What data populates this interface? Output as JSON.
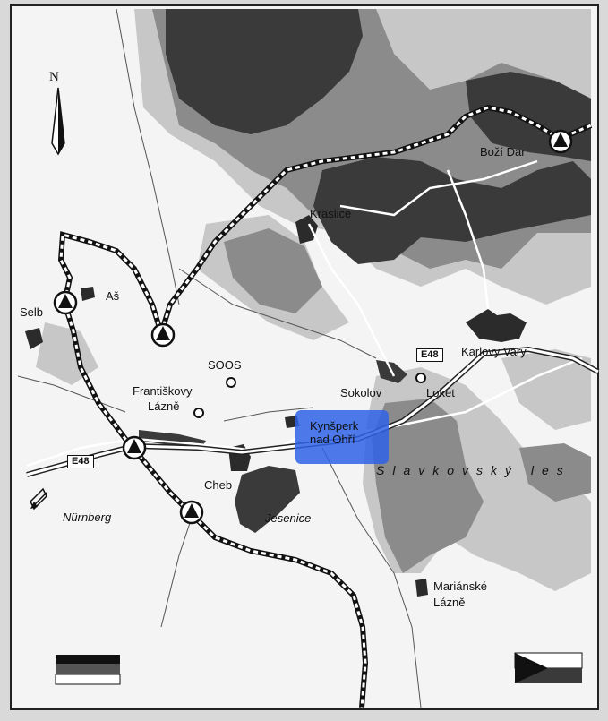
{
  "map": {
    "north_label": "N",
    "places": {
      "bozi_dar": "Boží Dar",
      "kraslice": "Kraslice",
      "as": "Aš",
      "selb": "Selb",
      "soos": "SOOS",
      "frantiskovy_lazne_1": "Františkovy",
      "frantiskovy_lazne_2": "Lázně",
      "sokolov": "Sokolov",
      "loket": "Loket",
      "karlovy_vary": "Karlovy Vary",
      "kynsperk_1": "Kynšperk",
      "kynsperk_2": "nad Ohří",
      "cheb": "Cheb",
      "nurnberg": "Nürnberg",
      "jesenice": "Jesenice",
      "marianske_1": "Mariánské",
      "marianske_2": "Lázně",
      "slavkovsky_les": "Slavkovský les"
    },
    "roads": {
      "e48_east": "E48",
      "e48_west": "E48"
    },
    "colors": {
      "background": "#f4f4f4",
      "light_terrain": "#c7c7c7",
      "mid_terrain": "#8b8b8b",
      "dark_terrain": "#3a3a3a",
      "highlight": "#2e62e6"
    },
    "icons": [
      "border-crossing-icon",
      "north-arrow-icon",
      "german-flag-icon",
      "czech-flag-icon",
      "town-marker-icon",
      "direction-arrow-icon"
    ]
  }
}
